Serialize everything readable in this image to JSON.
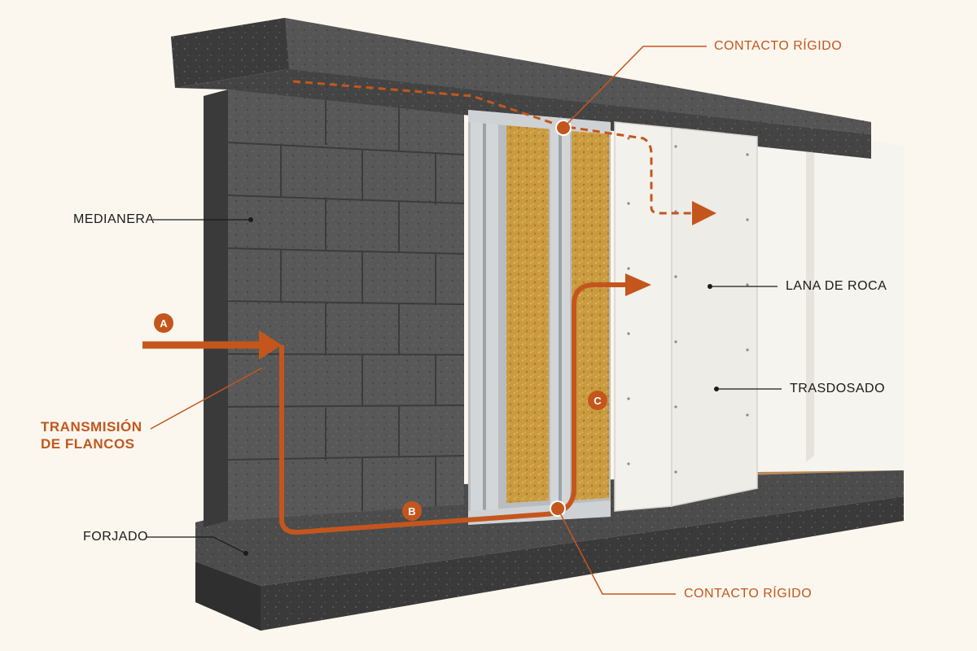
{
  "labels": {
    "medianera": "MEDIANERA",
    "lana_de_roca": "LANA DE ROCA",
    "trasdosado": "TRASDOSADO",
    "forjado": "FORJADO",
    "contacto_rigido_top": "CONTACTO RÍGIDO",
    "contacto_rigido_bottom": "CONTACTO RÍGIDO",
    "transmision_line1": "TRANSMISIÓN",
    "transmision_line2": "DE FLANCOS"
  },
  "badges": {
    "a": "A",
    "b": "B",
    "c": "C"
  },
  "colors": {
    "accent": "#c4561d",
    "concrete": "#4a4a4a",
    "concrete_dark": "#2f2f2f",
    "concrete_light": "#5e5e5e",
    "insulation": "#c99a3e",
    "metal": "#b9bcc0",
    "board": "#f1efea",
    "wood": "#b98a5a",
    "background": "#fbf7ef"
  }
}
